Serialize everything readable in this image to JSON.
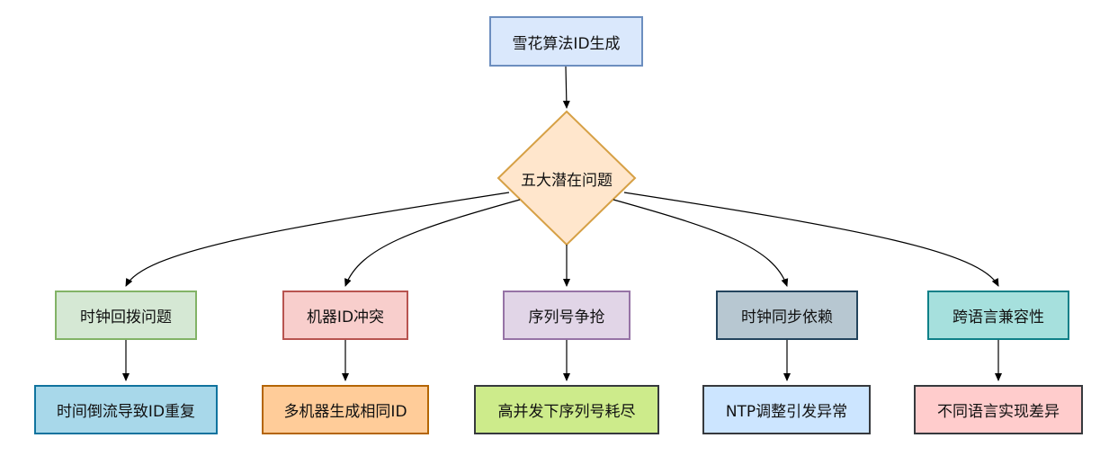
{
  "root": {
    "label": "雪花算法ID生成",
    "fill": "#dae8fc",
    "stroke": "#6c8ebf"
  },
  "decision": {
    "label": "五大潜在问题",
    "fill": "#ffe6cc",
    "stroke": "#d6a045"
  },
  "problems": [
    {
      "label": "时钟回拨问题",
      "fill": "#d5e8d4",
      "stroke": "#82b366"
    },
    {
      "label": "机器ID冲突",
      "fill": "#f8cecc",
      "stroke": "#b85450"
    },
    {
      "label": "序列号争抢",
      "fill": "#e1d5e7",
      "stroke": "#9673a6"
    },
    {
      "label": "时钟同步依赖",
      "fill": "#b7c7d1",
      "stroke": "#23445d"
    },
    {
      "label": "跨语言兼容性",
      "fill": "#a6e0dd",
      "stroke": "#0e8088"
    }
  ],
  "effects": [
    {
      "label": "时间倒流导致ID重复",
      "fill": "#a8d8ea",
      "stroke": "#10739e"
    },
    {
      "label": "多机器生成相同ID",
      "fill": "#ffcc99",
      "stroke": "#b46504"
    },
    {
      "label": "高并发下序列号耗尽",
      "fill": "#cdeb8b",
      "stroke": "#36393d"
    },
    {
      "label": "NTP调整引发异常",
      "fill": "#cce5ff",
      "stroke": "#36393d"
    },
    {
      "label": "不同语言实现差异",
      "fill": "#ffcccc",
      "stroke": "#36393d"
    }
  ]
}
